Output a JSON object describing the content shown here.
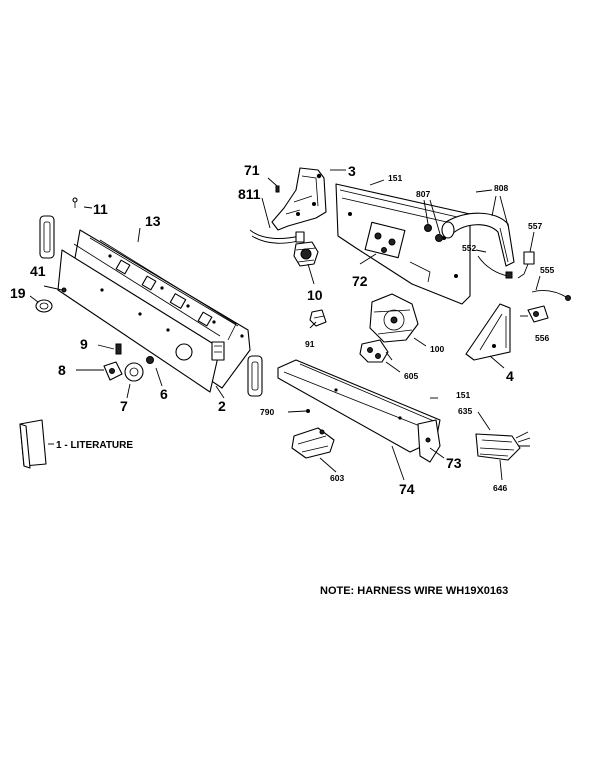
{
  "callouts": {
    "c71": "71",
    "c3": "3",
    "c811": "811",
    "c151a": "151",
    "c807": "807",
    "c808": "808",
    "c557": "557",
    "c11": "11",
    "c13": "13",
    "c10": "10",
    "c72": "72",
    "c552": "552",
    "c555": "555",
    "c41": "41",
    "c19": "19",
    "c556": "556",
    "c91": "91",
    "c100": "100",
    "c9": "9",
    "c605": "605",
    "c4": "4",
    "c8": "8",
    "c6": "6",
    "c7": "7",
    "c2": "2",
    "c151b": "151",
    "c790": "790",
    "c635": "635",
    "c73": "73",
    "c603": "603",
    "c74": "74",
    "c646": "646"
  },
  "literature_label": "1 - LITERATURE",
  "note": "NOTE: HARNESS WIRE WH19X0163"
}
